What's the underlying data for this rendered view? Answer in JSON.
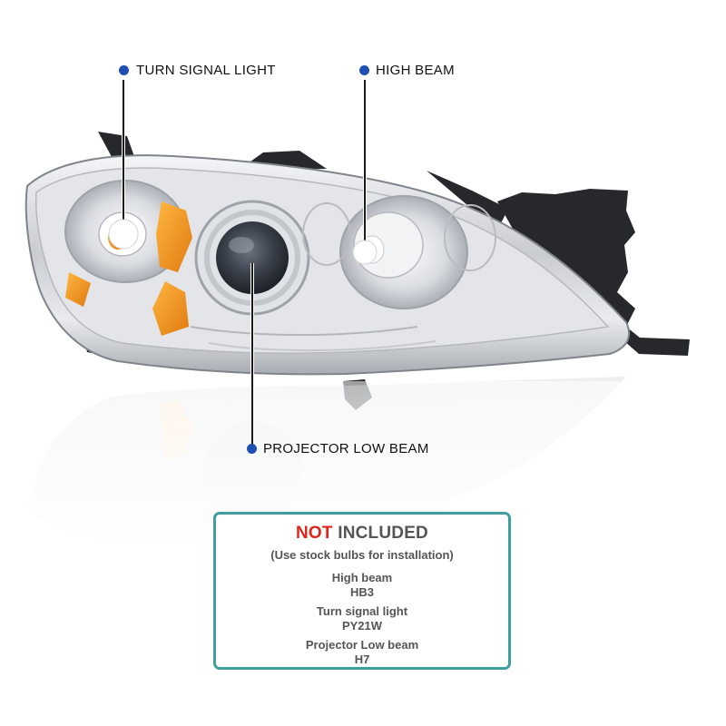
{
  "product_image": {
    "subject": "headlight-assembly"
  },
  "callouts": [
    {
      "label": "TURN SIGNAL LIGHT",
      "dot_color": "#1f4fb3"
    },
    {
      "label": "HIGH BEAM",
      "dot_color": "#1f4fb3"
    },
    {
      "label": "PROJECTOR LOW BEAM",
      "dot_color": "#1f4fb3"
    }
  ],
  "not_included": {
    "title_prefix": "NOT",
    "title_suffix": "INCLUDED",
    "subtitle": "(Use stock bulbs for installation)",
    "items": [
      {
        "name": "High beam",
        "bulb": "HB3"
      },
      {
        "name": "Turn signal light",
        "bulb": "PY21W"
      },
      {
        "name": "Projector Low beam",
        "bulb": "H7"
      }
    ],
    "border_color": "#3f9f9f",
    "highlight_color": "#e2241c"
  }
}
